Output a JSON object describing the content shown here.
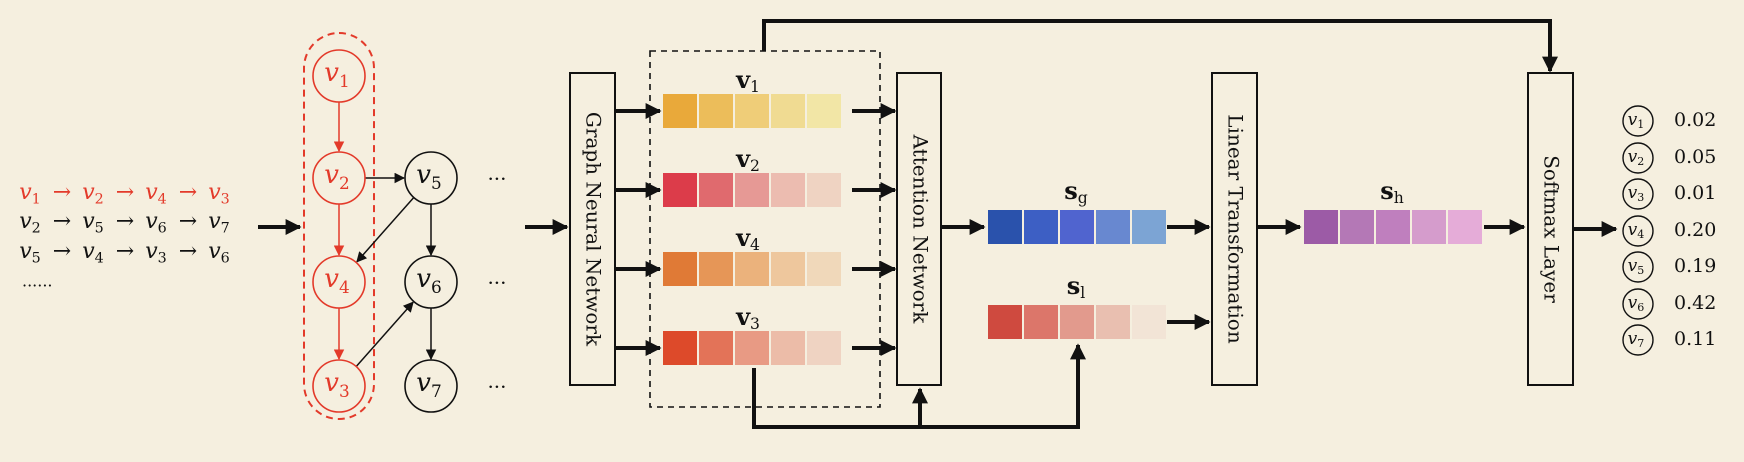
{
  "sessions": [
    {
      "items": [
        "v1",
        "v2",
        "v4",
        "v3"
      ],
      "highlight": true
    },
    {
      "items": [
        "v2",
        "v5",
        "v6",
        "v7"
      ],
      "highlight": false
    },
    {
      "items": [
        "v5",
        "v4",
        "v3",
        "v6"
      ],
      "highlight": false
    }
  ],
  "sessions_more": "......",
  "graph": {
    "nodes": [
      {
        "id": "v1",
        "sub": "1",
        "highlight": true
      },
      {
        "id": "v2",
        "sub": "2",
        "highlight": true
      },
      {
        "id": "v4",
        "sub": "4",
        "highlight": true
      },
      {
        "id": "v3",
        "sub": "3",
        "highlight": true
      },
      {
        "id": "v5",
        "sub": "5",
        "highlight": false
      },
      {
        "id": "v6",
        "sub": "6",
        "highlight": false
      },
      {
        "id": "v7",
        "sub": "7",
        "highlight": false
      }
    ],
    "ellipsis": "···"
  },
  "modules": {
    "gnn": "Graph Neural Network",
    "attention": "Attention Network",
    "linear": "Linear Transformation",
    "softmax": "Softmax Layer"
  },
  "embeddings": [
    {
      "label": "v",
      "sub": "1",
      "colors": [
        "#e9a93a",
        "#ecbd5a",
        "#efcd78",
        "#f0db92",
        "#f2e6a6"
      ]
    },
    {
      "label": "v",
      "sub": "2",
      "colors": [
        "#dc3c4a",
        "#e06a6e",
        "#e69995",
        "#ecbcb0",
        "#efd3c2"
      ]
    },
    {
      "label": "v",
      "sub": "4",
      "colors": [
        "#e07a36",
        "#e69657",
        "#ebb27c",
        "#eec79d",
        "#f0d8ba"
      ]
    },
    {
      "label": "v",
      "sub": "3",
      "colors": [
        "#dd4a2a",
        "#e37358",
        "#e89a84",
        "#ecbca8",
        "#efd3c2"
      ]
    }
  ],
  "sg": {
    "label": "s",
    "sub": "g",
    "colors": [
      "#2a52ac",
      "#3d5fc4",
      "#5064cf",
      "#6888d0",
      "#7ca4d4"
    ]
  },
  "sl": {
    "label": "s",
    "sub": "l",
    "colors": [
      "#cf4a3f",
      "#dc766a",
      "#e29a8d",
      "#e9bfb0",
      "#f2e4d6"
    ]
  },
  "sh": {
    "label": "s",
    "sub": "h",
    "colors": [
      "#9c5ba6",
      "#b478b6",
      "#bf7fbe",
      "#d59ccc",
      "#e5acd8"
    ]
  },
  "scores": [
    {
      "node": "v1",
      "sub": "1",
      "value": "0.02"
    },
    {
      "node": "v2",
      "sub": "2",
      "value": "0.05"
    },
    {
      "node": "v3",
      "sub": "3",
      "value": "0.01"
    },
    {
      "node": "v4",
      "sub": "4",
      "value": "0.20"
    },
    {
      "node": "v5",
      "sub": "5",
      "value": "0.19"
    },
    {
      "node": "v6",
      "sub": "6",
      "value": "0.42"
    },
    {
      "node": "v7",
      "sub": "7",
      "value": "0.11"
    }
  ],
  "colors": {
    "highlight": "#e33a2a",
    "ink": "#111111",
    "background": "#f5efdf"
  }
}
